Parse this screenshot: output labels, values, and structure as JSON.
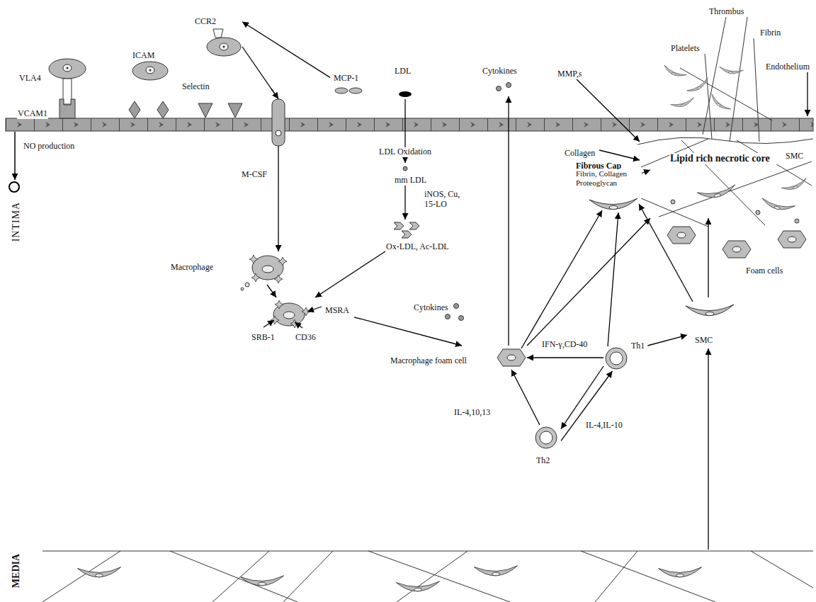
{
  "diagram": {
    "nodes": [
      {
        "text": [
          "CCR2"
        ]
      },
      {
        "text": [
          "MCP-1"
        ]
      },
      {
        "text": [
          "LDL"
        ]
      },
      {
        "text": [
          "Cytokines"
        ]
      },
      {
        "text": [
          "Lipid rich necrotic core"
        ]
      },
      {
        "text": [
          "mm LDL"
        ]
      },
      {
        "text": [
          "Ox-LDL, Ac-LDL"
        ]
      },
      {
        "text": [
          "Macrophage"
        ]
      },
      {
        "text": [
          "MSRA",
          "SRB-1",
          "CD36"
        ]
      },
      {
        "text": [
          "SMC"
        ]
      },
      {
        "text": [
          "Macrophage foam cell"
        ]
      },
      {
        "text": [
          "Th1"
        ]
      },
      {
        "text": [
          "Th2"
        ]
      }
    ],
    "edges": [
      {
        "from": 1,
        "to": 0,
        "arrow": "to"
      },
      {
        "from": 0,
        "to": 7,
        "arrow": "to",
        "label": "M-CSF"
      },
      {
        "from": 2,
        "to": 5,
        "arrow": "to",
        "label": "LDL Oxidation"
      },
      {
        "from": 5,
        "to": 6,
        "arrow": "to",
        "label": "iNOS, Cu, 15-LO"
      },
      {
        "from": 6,
        "to": 8,
        "arrow": "to"
      },
      {
        "from": 7,
        "to": 8,
        "arrow": "to"
      },
      {
        "from": 8,
        "to": 10,
        "arrow": "to"
      },
      {
        "from": 10,
        "to": 3,
        "arrow": "to"
      },
      {
        "from": 10,
        "to": 4,
        "arrow": "to"
      },
      {
        "from": 11,
        "to": 10,
        "arrow": "to",
        "label": "IFN-γ,CD-40"
      },
      {
        "from": 12,
        "to": 10,
        "arrow": "to",
        "label": "IL-4,10,13"
      },
      {
        "from": 11,
        "to": 12,
        "arrow": "to"
      },
      {
        "from": 12,
        "to": 11,
        "arrow": "to",
        "label": "IL-4,IL-10"
      },
      {
        "from": 11,
        "to": 9,
        "arrow": "to"
      },
      {
        "from": 9,
        "to": 4,
        "arrow": "to"
      }
    ],
    "labels": [
      "Thrombus",
      "Fibrin",
      "Platelets",
      "Endothelium",
      "VLA4",
      "ICAM",
      "Selectin",
      "MMP,s",
      "VCAM1",
      "NO production",
      "Collagen",
      "Fibrous Cap",
      "Fibrin, Collagen Proteoglycan",
      "SMC",
      "INTIMA",
      "Cytokines",
      "Foam cells",
      "MEDIA"
    ]
  }
}
